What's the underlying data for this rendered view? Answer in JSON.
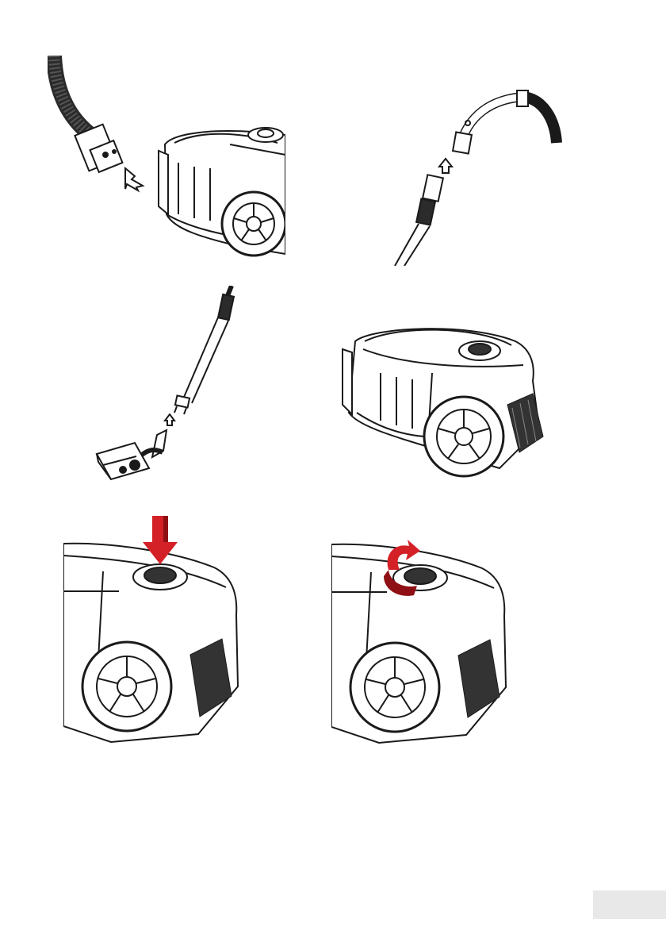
{
  "figures": [
    {
      "name": "figure-hose-to-vacuum",
      "icon": "hose-insert-illustration"
    },
    {
      "name": "figure-handle-to-tube",
      "icon": "handle-tube-illustration"
    },
    {
      "name": "figure-tube-to-nozzle",
      "icon": "tube-nozzle-illustration"
    },
    {
      "name": "figure-assembled-vacuum",
      "icon": "vacuum-cleaner-illustration"
    },
    {
      "name": "figure-press-button",
      "icon": "press-down-arrow"
    },
    {
      "name": "figure-rotate-dial",
      "icon": "rotate-arrow"
    }
  ],
  "colors": {
    "accent": "#d42127",
    "accent_dark": "#8e1014",
    "line": "#1a1a1a",
    "page_tab": "#e8e8e8"
  }
}
